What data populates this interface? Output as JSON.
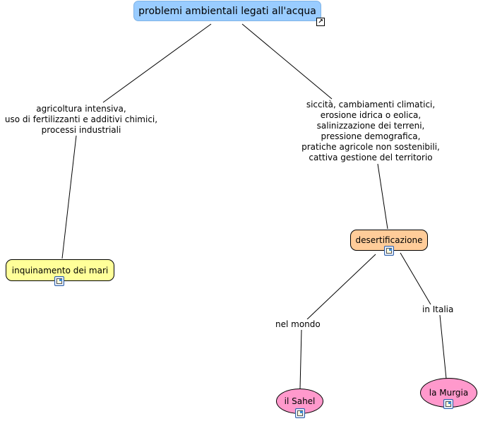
{
  "root": {
    "label": "problemi ambientali legati all'acqua",
    "color": "#99ccff"
  },
  "left_branch": {
    "link_phrase": [
      "agricoltura intensiva,",
      "uso di fertilizzanti e additivi chimici,",
      "processi industriali"
    ],
    "node": {
      "label": "inquinamento dei mari",
      "color": "#ffff99"
    }
  },
  "right_branch": {
    "link_phrase": [
      "siccità, cambiamenti climatici,",
      "erosione idrica o eolica,",
      "salinizzazione dei terreni,",
      "pressione demografica,",
      "pratiche agricole non sostenibili,",
      "cattiva gestione del territorio"
    ],
    "node": {
      "label": "desertificazione",
      "color": "#ffcc99"
    },
    "children": [
      {
        "link_phrase": "nel mondo",
        "node": {
          "label": "il Sahel",
          "color": "#ff99cc"
        }
      },
      {
        "link_phrase": "in Italia",
        "node": {
          "label": "la Murgia",
          "color": "#ff99cc"
        }
      }
    ]
  },
  "icons": {
    "resource": "document-image-icon",
    "link": "link-arrow-icon"
  }
}
